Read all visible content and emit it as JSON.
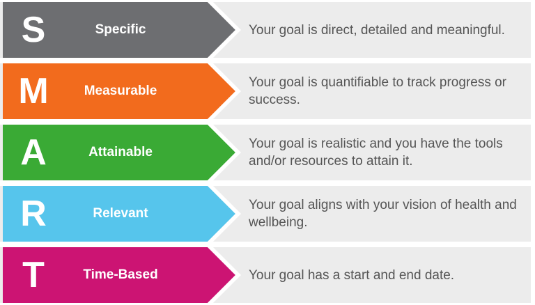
{
  "rows": [
    {
      "letter": "S",
      "word": "Specific",
      "description": "Your goal is direct, detailed and meaningful.",
      "color": "#6d6e71"
    },
    {
      "letter": "M",
      "word": "Measurable",
      "description": "Your goal is quantifiable to track progress or success.",
      "color": "#f26b1d"
    },
    {
      "letter": "A",
      "word": "Attainable",
      "description": "Your goal is realistic and you have the tools and/or resources to attain it.",
      "color": "#3aaa35"
    },
    {
      "letter": "R",
      "word": "Relevant",
      "description": "Your goal aligns with your vision of health and wellbeing.",
      "color": "#56c5ec"
    },
    {
      "letter": "T",
      "word": "Time-Based",
      "description": "Your goal has a start and end date.",
      "color": "#cc1473"
    }
  ]
}
